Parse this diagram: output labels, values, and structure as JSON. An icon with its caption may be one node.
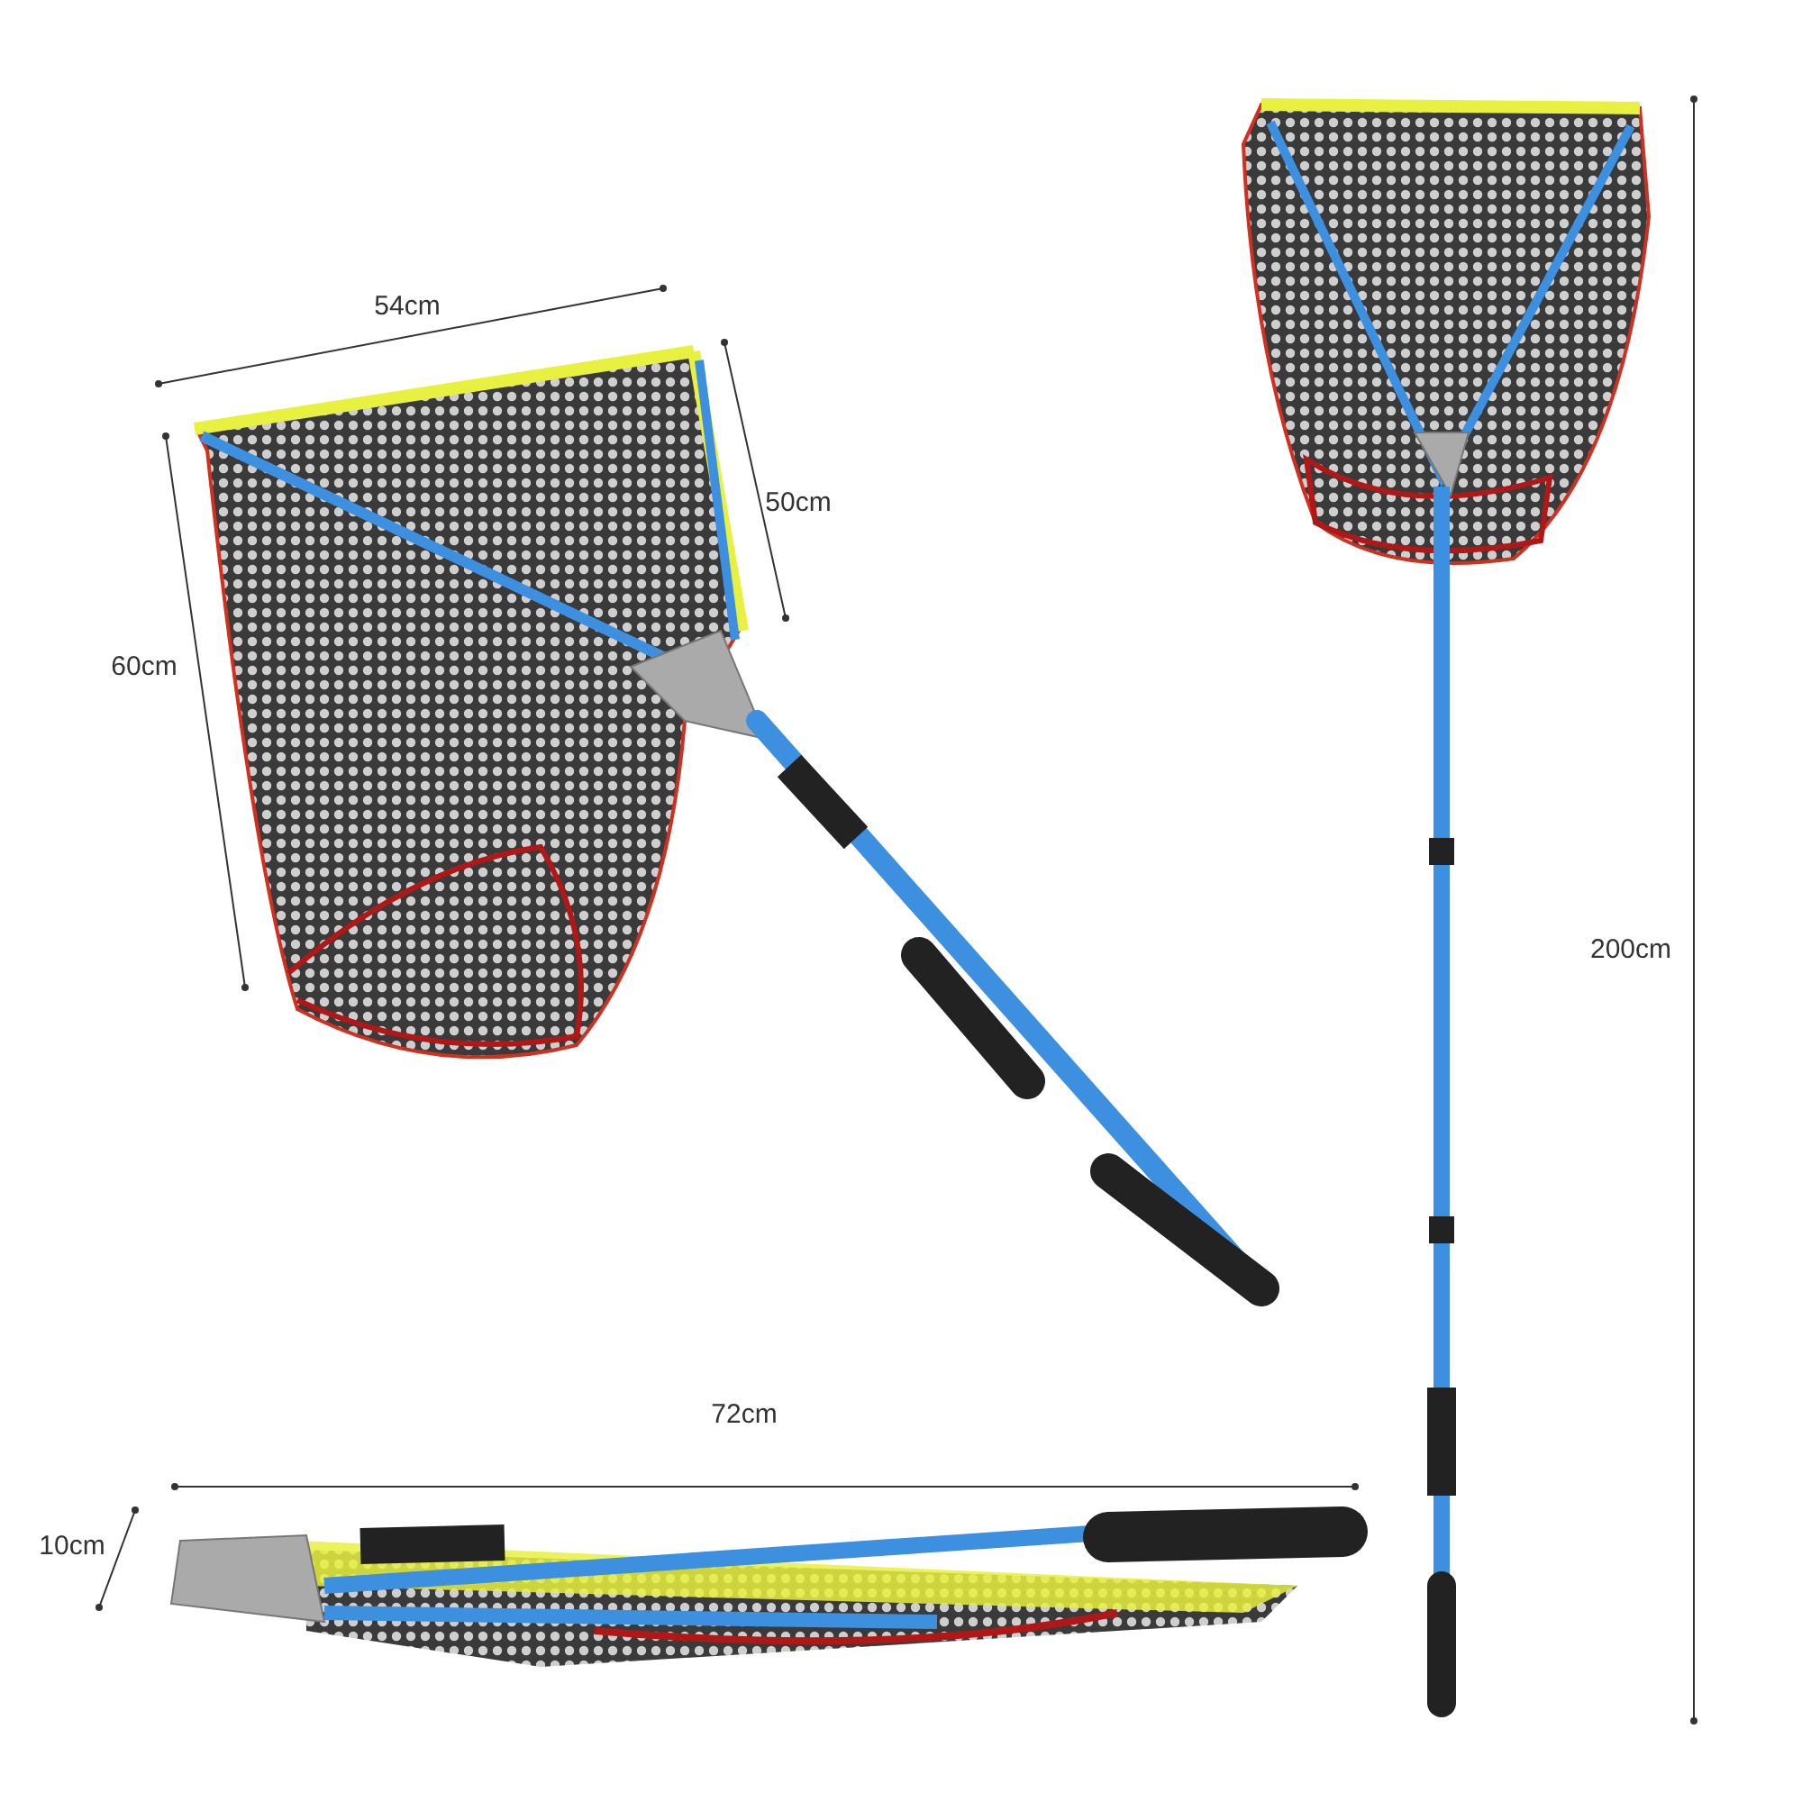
{
  "diagram": {
    "labels": [
      "54cm",
      "50cm",
      "60cm",
      "200cm",
      "72cm",
      "10cm"
    ]
  }
}
